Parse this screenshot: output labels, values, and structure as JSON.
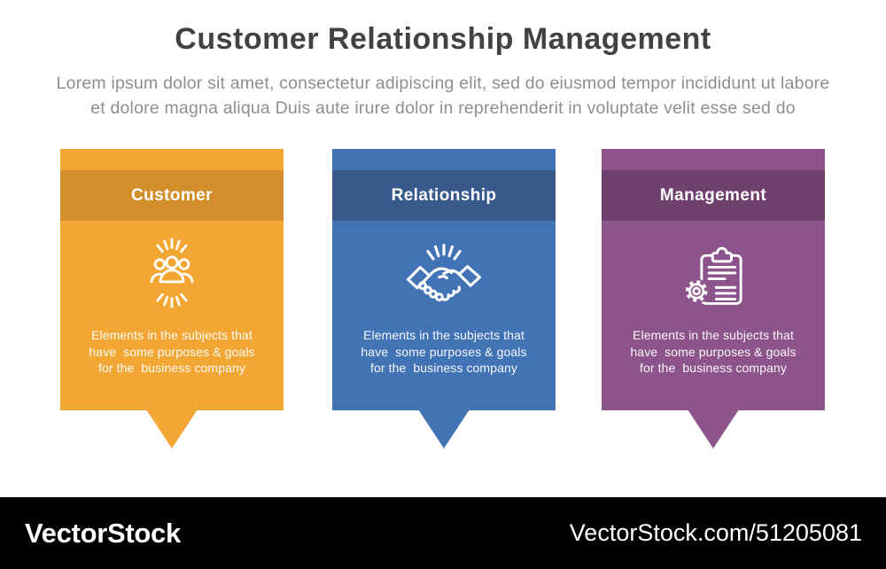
{
  "header": {
    "title": "Customer Relationship Management",
    "subtitle_line1": "Lorem ipsum dolor sit amet, consectetur adipiscing elit, sed do eiusmod tempor incididunt ut labore",
    "subtitle_line2": "et dolore magna aliqua Duis aute irure dolor in reprehenderit in voluptate velit esse sed do"
  },
  "cards": [
    {
      "label": "Customer",
      "icon": "customer-group-icon",
      "body_color": "#F2A633",
      "band_color": "#D18E2B",
      "line1": "Elements in the subjects that",
      "line2": "have  some purposes & goals",
      "line3": "for the  business company"
    },
    {
      "label": "Relationship",
      "icon": "handshake-icon",
      "body_color": "#4273B4",
      "band_color": "#38598C",
      "line1": "Elements in the subjects that",
      "line2": "have  some purposes & goals",
      "line3": "for the  business company"
    },
    {
      "label": "Management",
      "icon": "clipboard-gear-icon",
      "body_color": "#8C548A",
      "band_color": "#6F406E",
      "line1": "Elements in the subjects that",
      "line2": "have  some purposes & goals",
      "line3": "for the  business company"
    }
  ],
  "footer": {
    "background": "#000000",
    "logo_text": "VectorStock",
    "credit_text": "VectorStock.com/51205081"
  }
}
